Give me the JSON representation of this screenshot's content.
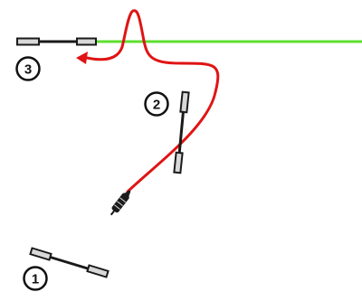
{
  "steps": [
    {
      "label": "1"
    },
    {
      "label": "2"
    },
    {
      "label": "3"
    }
  ],
  "colors": {
    "guide_line": "#5ddf2f",
    "rope": "#e01414",
    "gear": "#1a1a1a",
    "gear_fill": "#d8d8d8",
    "number_ring": "#111111",
    "number_bg": "#ffffff"
  },
  "icons": {
    "step_marker": "numbered-circle",
    "gear": "dumbbell-handle-shape",
    "rope_end": "arrowhead"
  }
}
